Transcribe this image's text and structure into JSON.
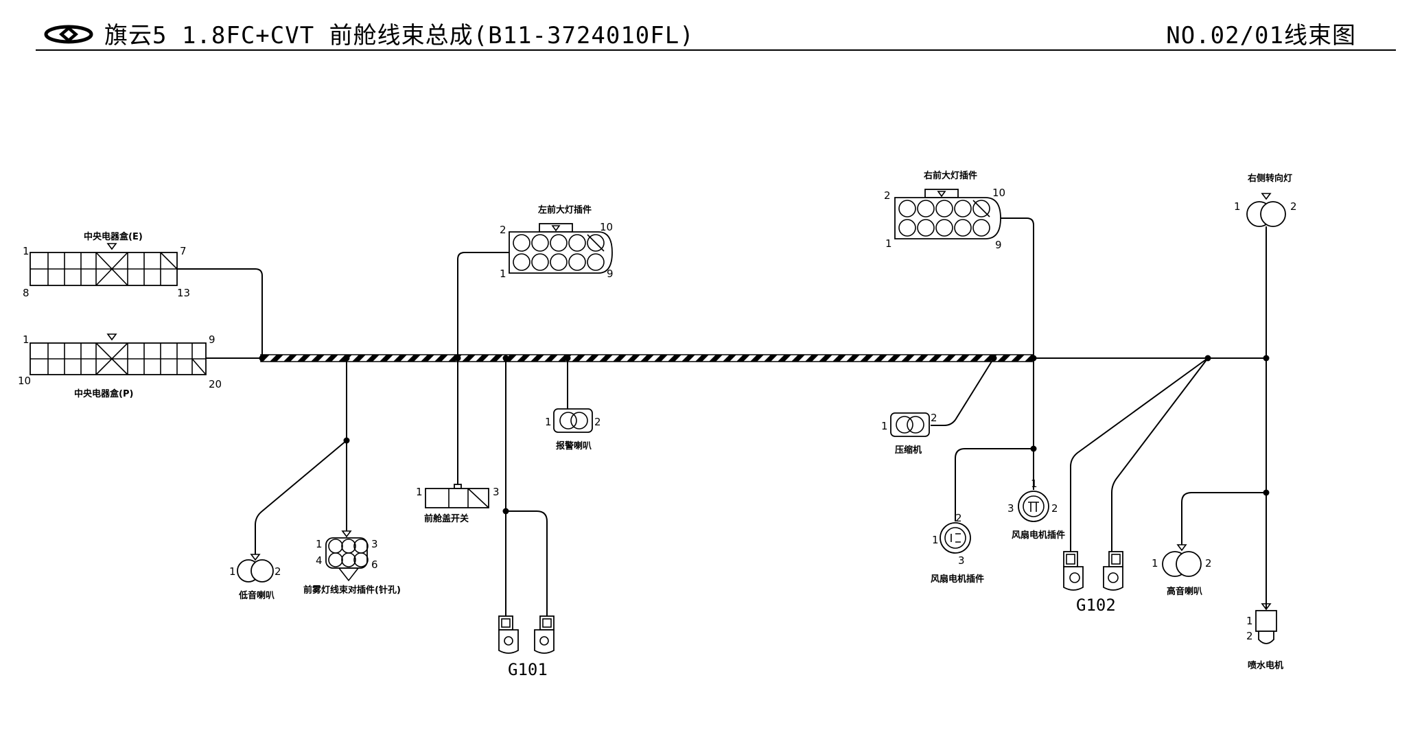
{
  "header": {
    "title": "旗云5 1.8FC+CVT 前舱线束总成(B11-3724010FL)",
    "doc_no": "NO.02/01线束图",
    "logo_icon": "chery-logo-icon"
  },
  "connectors": {
    "center_box_e": {
      "label": "中央电器盒(E)",
      "pins": [
        "1",
        "7",
        "8",
        "13"
      ]
    },
    "center_box_p": {
      "label": "中央电器盒(P)",
      "pins": [
        "1",
        "9",
        "10",
        "20"
      ]
    },
    "left_headlamp": {
      "label": "左前大灯插件",
      "pins": [
        "2",
        "10",
        "1",
        "9"
      ]
    },
    "right_headlamp": {
      "label": "右前大灯插件",
      "pins": [
        "2",
        "10",
        "1",
        "9"
      ]
    },
    "right_turn_lamp": {
      "label": "右侧转向灯",
      "pins": [
        "1",
        "2"
      ]
    },
    "alarm_horn": {
      "label": "报警喇叭",
      "pins": [
        "1",
        "2"
      ]
    },
    "compressor": {
      "label": "压缩机",
      "pins": [
        "1",
        "2"
      ]
    },
    "low_horn": {
      "label": "低音喇叭",
      "pins": [
        "1",
        "2"
      ]
    },
    "front_fog_pair": {
      "label": "前雾灯线束对插件(针孔)",
      "pins": [
        "1",
        "3",
        "4",
        "6"
      ]
    },
    "hood_switch": {
      "label": "前舱盖开关",
      "pins": [
        "1",
        "3"
      ]
    },
    "fan_motor_1": {
      "label": "风扇电机插件",
      "pins": [
        "1",
        "2",
        "3"
      ]
    },
    "fan_motor_2": {
      "label": "风扇电机插件",
      "pins": [
        "1",
        "2",
        "3"
      ]
    },
    "high_horn": {
      "label": "高音喇叭",
      "pins": [
        "1",
        "2"
      ]
    },
    "washer_motor": {
      "label": "喷水电机",
      "pins": [
        "1",
        "2"
      ]
    }
  },
  "grounds": {
    "g101": "G101",
    "g102": "G102"
  }
}
